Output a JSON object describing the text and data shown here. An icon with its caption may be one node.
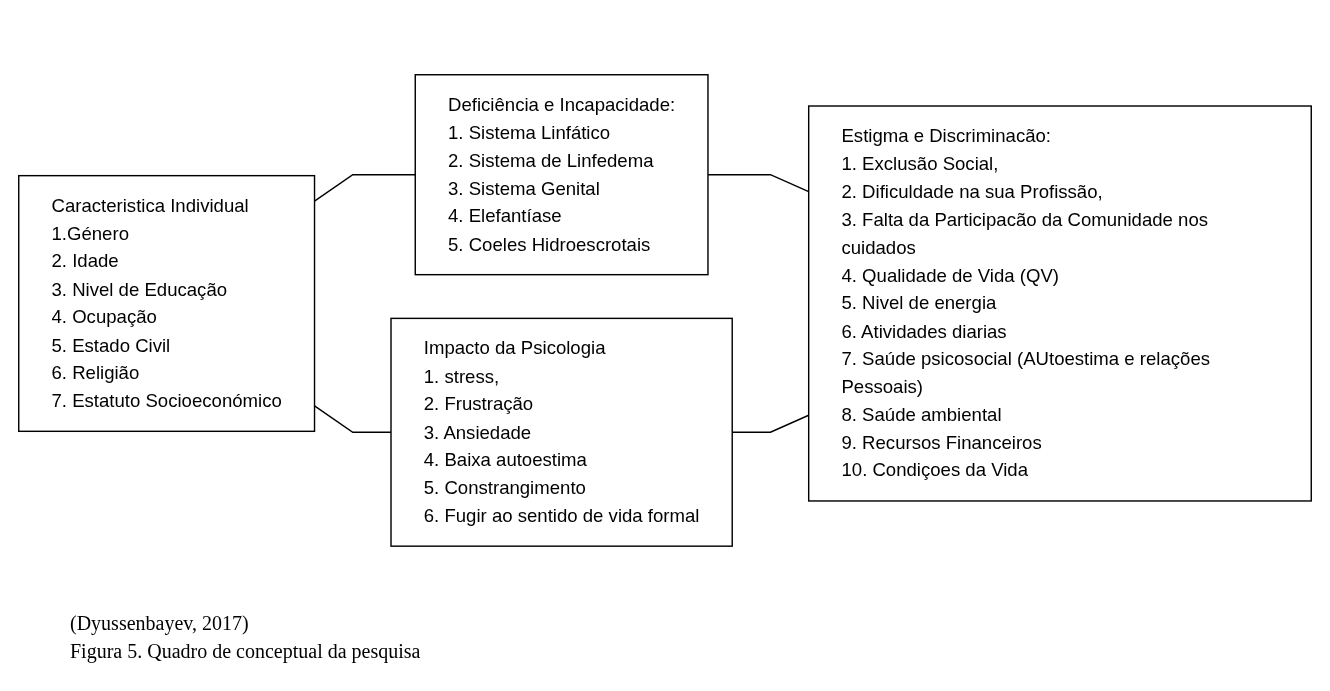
{
  "diagram": {
    "caption": "Figura 5. Quadro de conceptual da pesquisa",
    "nodes": [
      {
        "text": [
          "Caracteristica Individual",
          "1.Género",
          "2. Idade",
          "3. Nivel de Educação",
          "4. Ocupação",
          "5. Estado Civil",
          "6. Religião",
          "7. Estatuto Socioeconómico"
        ]
      },
      {
        "text": [
          "Deficiência e Incapacidade:",
          "1. Sistema Linfático",
          "2. Sistema de Linfedema",
          "3. Sistema Genital",
          "4. Elefantíase",
          "5. Coeles Hidroescrotais"
        ]
      },
      {
        "text": [
          "Impacto da Psicologia",
          "1. stress,",
          "2. Frustração",
          "3. Ansiedade",
          "4. Baixa autoestima",
          "5. Constrangimento",
          "6. Fugir ao sentido de vida formal"
        ]
      },
      {
        "text": [
          "Estigma e Discriminacão:",
          "1. Exclusão Social,",
          "2. Dificuldade na sua Profissão,",
          "3. Falta da Participacão da Comunidade nos cuidados",
          "4. Qualidade de Vida (QV)",
          "5. Nivel de energia",
          "6. Atividades diarias",
          "7. Saúde psicosocial (AUtoestima e relações Pessoais)",
          "8. Saúde ambiental",
          "9. Recursos Financeiros",
          "10. Condiçoes da Vida"
        ]
      }
    ],
    "edges": [
      {
        "from": 0,
        "to": 1,
        "arrow": "none"
      },
      {
        "from": 0,
        "to": 2,
        "arrow": "none"
      },
      {
        "from": 1,
        "to": 3,
        "arrow": "none"
      },
      {
        "from": 2,
        "to": 3,
        "arrow": "none"
      }
    ],
    "labels": [
      "(Dyussenbayev, 2017)"
    ]
  }
}
